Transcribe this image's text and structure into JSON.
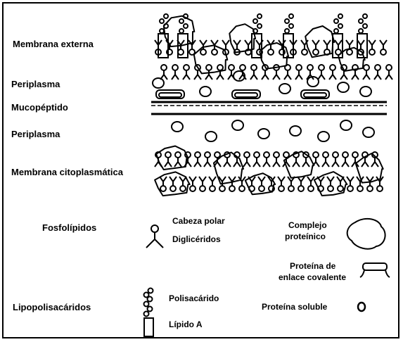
{
  "layers": {
    "membrana_externa": "Membrana externa",
    "periplasma_1": "Periplasma",
    "mucopeptido": "Mucopéptido",
    "periplasma_2": "Periplasma",
    "membrana_citoplasmatica": "Membrana citoplasmática"
  },
  "legend": {
    "fosfolipidos": "Fosfolípidos",
    "cabeza_polar": "Cabeza polar",
    "digliceridos": "Diglicéridos",
    "complejo_line1": "Complejo",
    "complejo_line2": "proteínico",
    "proteina_enlace_line1": "Proteína de",
    "proteina_enlace_line2": "enlace covalente",
    "lipopolisacaridos": "Lipopolisacáridos",
    "polisacarido": "Polisacárido",
    "lipido_a": "Lípido A",
    "proteina_soluble": "Proteína soluble"
  },
  "colors": {
    "ink": "#000000",
    "paper": "#ffffff"
  }
}
